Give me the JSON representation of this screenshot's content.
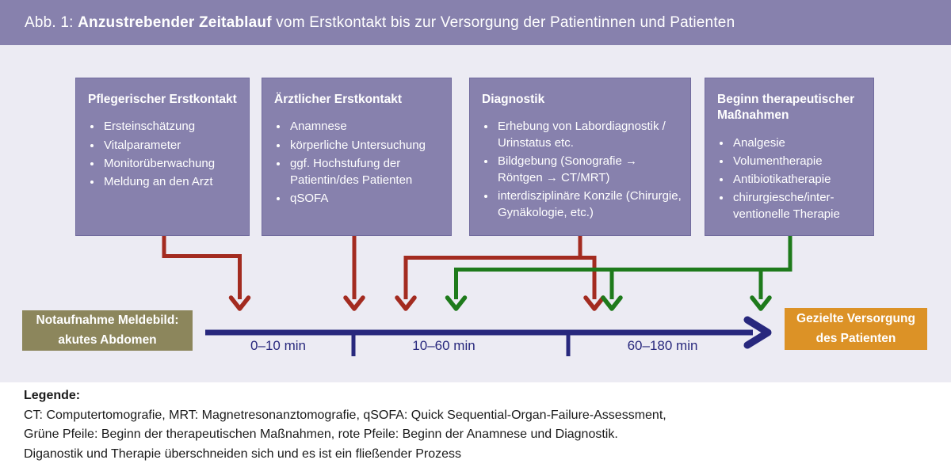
{
  "header": {
    "prefix": "Abb. 1: ",
    "bold": "Anzustrebender Zeitablauf",
    "rest": " vom Erstkontakt bis zur Versorgung der Patientinnen und Patienten"
  },
  "boxes": [
    {
      "title": "Pflegerischer Erstkontakt",
      "items": [
        "Ersteinschätzung",
        "Vitalparameter",
        "Monitorüberwachung",
        "Meldung an den Arzt"
      ]
    },
    {
      "title": "Ärztlicher Erstkontakt",
      "items": [
        "Anamnese",
        "körperliche Untersuchung",
        "ggf. Hochstufung der Patientin/des Patienten",
        "qSOFA"
      ]
    },
    {
      "title": "Diagnostik",
      "items": [
        "Erhebung von Labordiagnostik / Urinstatus etc.",
        "Bildgebung (Sonografie → Röntgen → CT/MRT)",
        "interdisziplinäre Konzile (Chirurgie, Gynäkologie, etc.)"
      ]
    },
    {
      "title": "Beginn therapeutischer Maßnahmen",
      "items": [
        "Analgesie",
        "Volumentherapie",
        "Antibiotikatherapie",
        "chirurgiesche/inter-ventionelle Therapie"
      ]
    }
  ],
  "start_box": {
    "line1": "Notaufnahme Meldebild:",
    "line2": "akutes Abdomen"
  },
  "end_box": {
    "line1": "Gezielte Versorgung",
    "line2": "des Patienten"
  },
  "timeline": {
    "segments": [
      "0–10 min",
      "10–60 min",
      "60–180 min"
    ]
  },
  "legend": {
    "heading": "Legende:",
    "lines": [
      "CT: Computertomografie, MRT: Magnetresonanztomografie, qSOFA: Quick Sequential-Organ-Failure-Assessment,",
      "Grüne Pfeile: Beginn der therapeutischen Maßnahmen, rote Pfeile: Beginn der Anamnese und Diagnostik.",
      "Diganostik und Therapie überschneiden sich und es ist ein fließender Prozess"
    ]
  },
  "colors": {
    "header-purple": "#8781AD",
    "box-purple": "#8781AD",
    "box-border": "#716B9E",
    "content-bg": "#ECEBF3",
    "arrow-red": "#A32B20",
    "arrow-green": "#1E7A1B",
    "timeline-navy": "#28287D",
    "start-khaki": "#8C865C",
    "end-orange": "#DC9226",
    "text-white": "#FFFFFF",
    "legend-text": "#1A1A1A"
  }
}
